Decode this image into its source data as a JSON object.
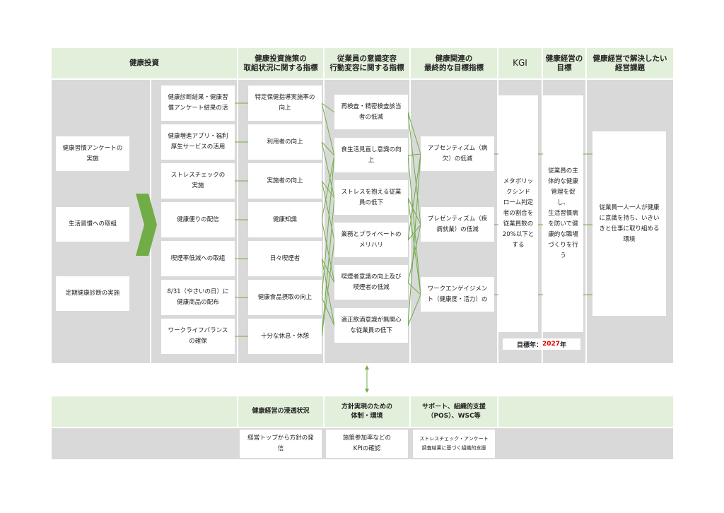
{
  "headers": {
    "investment": "健康投資",
    "initiative_metrics": "健康投資施策の\n取組状況に関する指標",
    "behavior_metrics": "従業員の意識変容\n行動変容に関する指標",
    "final_metrics": "健康関連の\n最終的な目標指標",
    "kgi": "KGI",
    "goal": "健康経営の\n目標",
    "issue": "健康経営で解決したい\n経営課題"
  },
  "investment_main": [
    "健康習慣アンケートの\n実施",
    "生活習慣への取組",
    "定期健康診断の実施"
  ],
  "investment_items": [
    "健康診断結果・健康習\n慣アンケート結果の活",
    "健康増進アプリ・福利\n厚生サービスの活用",
    "ストレスチェックの\n実施",
    "健康便りの配信",
    "喫煙率低減への取組",
    "8/31（やさいの日）に\n健康商品の配布",
    "ワークライフバランス\nの確保"
  ],
  "initiative_items": [
    "特定保健指導実施率の\n向上",
    "利用者の向上",
    "実施者の向上",
    "健康知識",
    "日々喫煙者",
    "健康食品摂取の向上",
    "十分な休息・休憩"
  ],
  "behavior_items": [
    "再検査・精密検査該当\n者の低減",
    "食生活見直し意識の向\n上",
    "ストレスを抱える従業\n員の低下",
    "業務とプライベートの\nメリハリ",
    "喫煙者意識の向上及び\n喫煙者の低減",
    "適正飲酒意識が無関心\nな従業員の低下"
  ],
  "final_items": [
    "アブセンティズム（病\n欠）の低減",
    "プレゼンティズム（疾\n病就業）の低減",
    "ワークエンゲイジメン\nト（健康度・活力）の"
  ],
  "kgi_text": "メタボリッ\nクシンド\nローム判定\n者の割合を\n従業員数の\n20%以下と\nする",
  "goal_text": "従業員の主\n体的な健康\n管理を促し、\n生活習慣病\nを防いで健\n康的な職場\nづくりを行\nう",
  "issue_text": "従業員一人一人が健康\nに意識を持ち、いきい\nきと仕事に取り組める\n環境",
  "target_year": {
    "label": "目標年：",
    "year": "2027",
    "suffix": "年"
  },
  "bottom": {
    "headers": [
      "健康経営の浸透状況",
      "方針実現のための\n体制・環境",
      "サポート、組織的支援\n（POS）、WSC等"
    ],
    "items": [
      "経営トップから方針の発\n信",
      "施策参加率などの\nKPIの確認",
      "ストレスチェック・アンケート\n調査結果に基づく組織的支援"
    ]
  },
  "connections": {
    "initiative_to_behavior": [
      [
        0,
        0
      ],
      [
        0,
        1
      ],
      [
        1,
        1
      ],
      [
        1,
        2
      ],
      [
        2,
        2
      ],
      [
        2,
        3
      ],
      [
        3,
        1
      ],
      [
        3,
        4
      ],
      [
        4,
        4
      ],
      [
        4,
        5
      ],
      [
        5,
        1
      ],
      [
        5,
        5
      ],
      [
        6,
        2
      ],
      [
        6,
        3
      ]
    ],
    "behavior_to_final": [
      [
        0,
        0
      ],
      [
        0,
        1
      ],
      [
        1,
        0
      ],
      [
        1,
        2
      ],
      [
        2,
        1
      ],
      [
        2,
        2
      ],
      [
        3,
        0
      ],
      [
        3,
        1
      ],
      [
        4,
        1
      ],
      [
        4,
        2
      ],
      [
        5,
        0
      ],
      [
        5,
        2
      ]
    ]
  },
  "colors": {
    "accent": "#70ad47",
    "header_bg": "#e2efda",
    "body_bg": "#d9d9d9",
    "year": "#e00000"
  }
}
